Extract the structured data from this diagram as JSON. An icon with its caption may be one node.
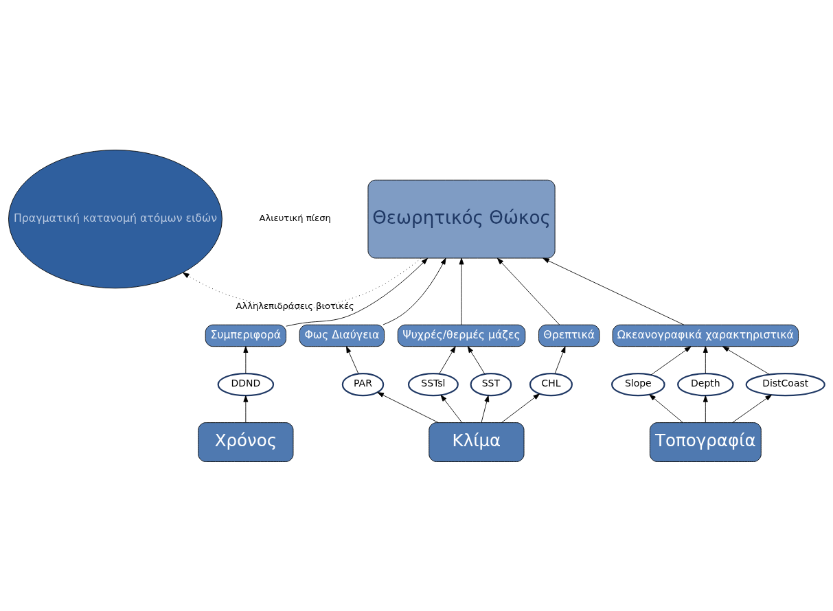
{
  "diagram": {
    "nodes": [
      {
        "text": [
          "Πραγματική κατανομή ατόμων ειδών"
        ]
      },
      {
        "text": [
          "Θεωρητικός Θώκος"
        ]
      },
      {
        "text": [
          "Συμπεριφορά"
        ]
      },
      {
        "text": [
          "Ψυχρές/θερμές μάζες"
        ]
      },
      {
        "text": [
          "Θρεπτικά"
        ]
      },
      {
        "text": [
          "Φως Διαύγεια"
        ]
      },
      {
        "text": [
          "Ωκεανογραφικά χαρακτηριστικά"
        ]
      },
      {
        "text": [
          "SST"
        ]
      },
      {
        "text": [
          "PAR"
        ]
      },
      {
        "text": [
          "DistCoast"
        ]
      },
      {
        "text": [
          "DDND"
        ]
      },
      {
        "text": [
          "Slope"
        ]
      },
      {
        "text": [
          "CHL"
        ]
      },
      {
        "text": [
          "SSTsl"
        ]
      },
      {
        "text": [
          "Depth"
        ]
      },
      {
        "text": [
          "Χρόνος"
        ]
      },
      {
        "text": [
          "Κλίμα"
        ]
      },
      {
        "text": [
          "Τοπογραφία"
        ]
      }
    ],
    "edges": [
      {
        "from": 1,
        "to": 0,
        "arrow": "to",
        "style": "dashed",
        "label": "Αλληλεπιδράσεις βιοτικές"
      },
      {
        "from": 2,
        "to": 1,
        "arrow": "to"
      },
      {
        "from": 3,
        "to": 1,
        "arrow": "to"
      },
      {
        "from": 4,
        "to": 1,
        "arrow": "to"
      },
      {
        "from": 5,
        "to": 1,
        "arrow": "to"
      },
      {
        "from": 6,
        "to": 1,
        "arrow": "to"
      },
      {
        "from": 10,
        "to": 2,
        "arrow": "to"
      },
      {
        "from": 7,
        "to": 3,
        "arrow": "to"
      },
      {
        "from": 13,
        "to": 3,
        "arrow": "to"
      },
      {
        "from": 12,
        "to": 4,
        "arrow": "to"
      },
      {
        "from": 8,
        "to": 5,
        "arrow": "to"
      },
      {
        "from": 9,
        "to": 6,
        "arrow": "to"
      },
      {
        "from": 14,
        "to": 6,
        "arrow": "to"
      },
      {
        "from": 11,
        "to": 6,
        "arrow": "to"
      },
      {
        "from": 15,
        "to": 10,
        "arrow": "to"
      },
      {
        "from": 16,
        "to": 7,
        "arrow": "to"
      },
      {
        "from": 16,
        "to": 12,
        "arrow": "to"
      },
      {
        "from": 16,
        "to": 8,
        "arrow": "to"
      },
      {
        "from": 16,
        "to": 13,
        "arrow": "to"
      },
      {
        "from": 17,
        "to": 9,
        "arrow": "to"
      },
      {
        "from": 17,
        "to": 14,
        "arrow": "to"
      },
      {
        "from": 17,
        "to": 11,
        "arrow": "to"
      }
    ],
    "labels": [
      "Αλιευτική πίεση"
    ]
  }
}
